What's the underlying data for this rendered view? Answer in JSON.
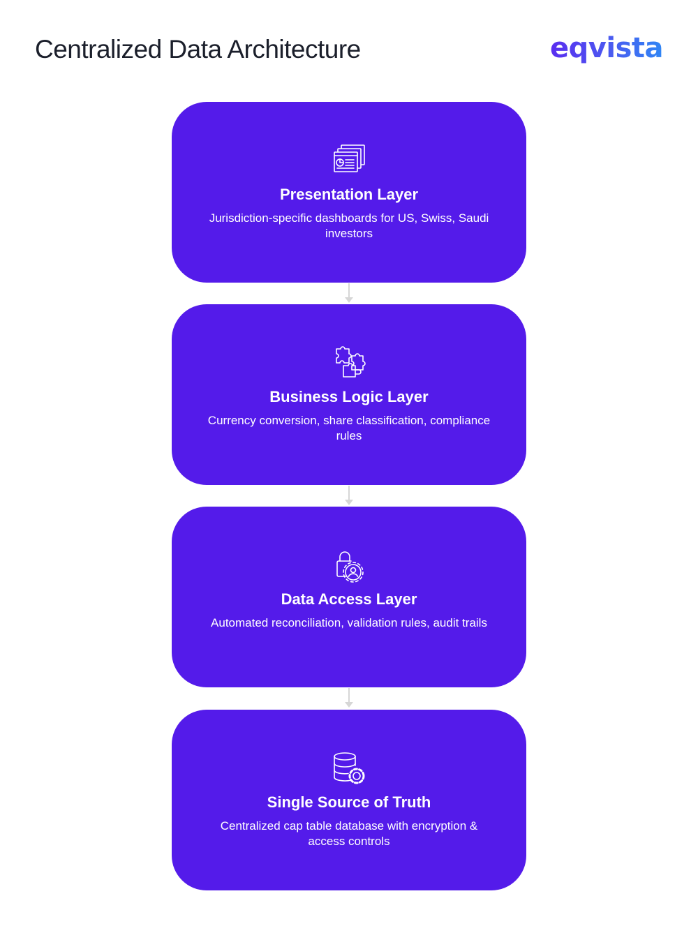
{
  "header": {
    "title": "Centralized Data Architecture",
    "logo_text": "eqvista"
  },
  "colors": {
    "card_background": "#541bea",
    "title_text": "#1b1f2b",
    "logo_gradient_start": "#5a2df0",
    "logo_gradient_end": "#2f86f5",
    "connector": "#d6d6d6"
  },
  "layers": [
    {
      "icon": "presentation-dashboard-icon",
      "title": "Presentation Layer",
      "description": "Jurisdiction-specific dashboards for US, Swiss, Saudi investors"
    },
    {
      "icon": "puzzle-pieces-icon",
      "title": "Business Logic Layer",
      "description": "Currency conversion, share classification, compliance rules"
    },
    {
      "icon": "lock-user-gear-icon",
      "title": "Data Access Layer",
      "description": "Automated reconciliation, validation rules, audit trails"
    },
    {
      "icon": "database-gear-icon",
      "title": "Single Source of Truth",
      "description": "Centralized cap table database with encryption & access controls"
    }
  ]
}
